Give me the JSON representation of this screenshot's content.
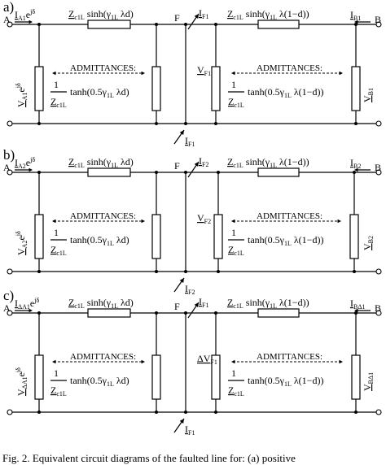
{
  "panels": [
    {
      "label": "a)",
      "current_left": "I",
      "current_left_sub": "A1",
      "current_left_tail": "e",
      "vertical_left": "V",
      "vertical_left_sub": "A1",
      "vertical_left_tail": "e",
      "fault_current": "I",
      "fault_current_sub": "F1",
      "fault_voltage": "V",
      "fault_voltage_sub": "F1",
      "current_right": "I",
      "current_right_sub": "B1",
      "vertical_right": "V",
      "vertical_right_sub": "B1"
    },
    {
      "label": "b)",
      "current_left": "I",
      "current_left_sub": "A2",
      "current_left_tail": "e",
      "vertical_left": "V",
      "vertical_left_sub": "A2",
      "vertical_left_tail": "e",
      "fault_current": "I",
      "fault_current_sub": "F2",
      "fault_voltage": "V",
      "fault_voltage_sub": "F2",
      "current_right": "I",
      "current_right_sub": "B2",
      "vertical_right": "V",
      "vertical_right_sub": "B2"
    },
    {
      "label": "c)",
      "current_left": "I",
      "current_left_sub": "ΔA1",
      "current_left_tail": "e",
      "vertical_left": "V",
      "vertical_left_sub": "ΔA1",
      "vertical_left_tail": "e",
      "fault_current": "I",
      "fault_current_sub": "F1",
      "fault_voltage": "ΔV",
      "fault_voltage_sub": "F1",
      "current_right": "I",
      "current_right_sub": "BΔ1",
      "vertical_right": "V",
      "vertical_right_sub": "BΔ1"
    }
  ],
  "common": {
    "node_a": "A",
    "node_b": "B",
    "node_f": "F",
    "exp_sup": "jδ",
    "series_left_z": "Z",
    "series_left_z_sub": "c1L",
    "series_left_fn": "sinh(γ",
    "series_left_g_sub": "1L",
    "series_left_arg": "λd)",
    "series_right_z": "Z",
    "series_right_z_sub": "c1L",
    "series_right_fn": "sinh(γ",
    "series_right_g_sub": "1L",
    "series_right_arg": "λ(1−d))",
    "admittances": "ADMITTANCES:",
    "frac_num": "1",
    "frac_den_z": "Z",
    "frac_den_sub": "c1L",
    "tanh_left_pre": "tanh(0.5γ",
    "tanh_left_sub": "1L",
    "tanh_left_post": "λd)",
    "tanh_right_pre": "tanh(0.5γ",
    "tanh_right_sub": "1L",
    "tanh_right_post": "λ(1−d))"
  },
  "caption": "Fig. 2.  Equivalent circuit diagrams of the faulted line for: (a) positive"
}
